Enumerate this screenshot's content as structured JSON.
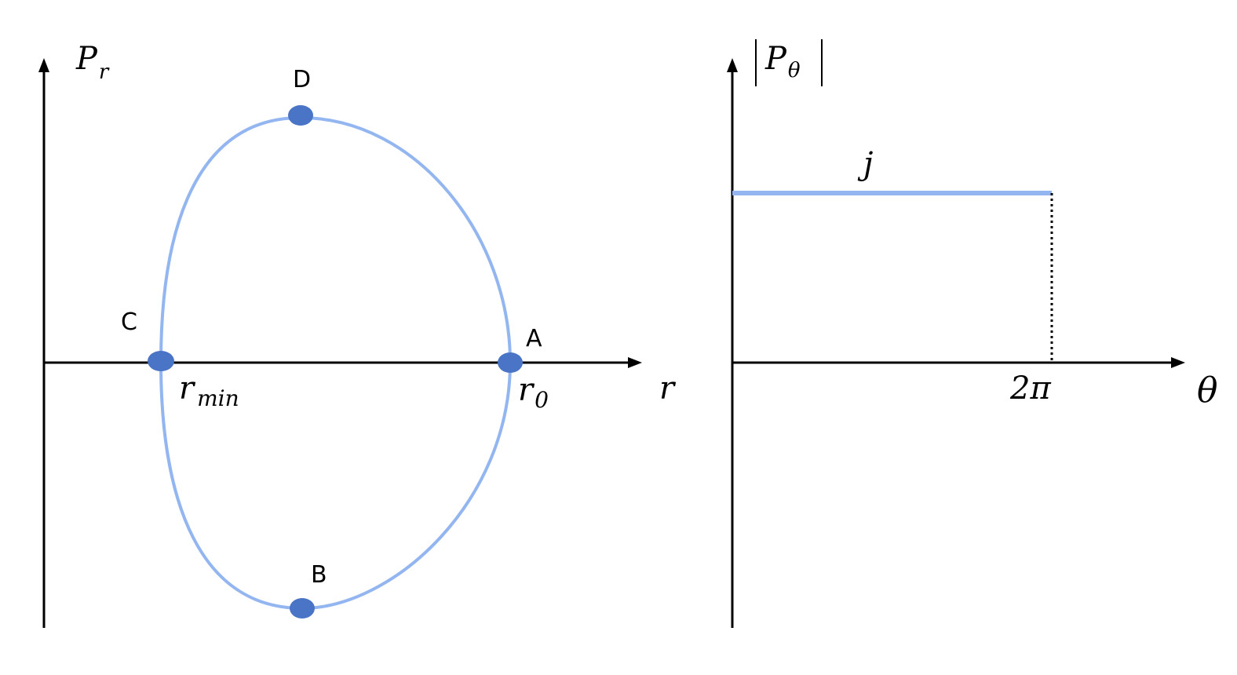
{
  "colors": {
    "axis": "#000000",
    "curve": "#93b6f0",
    "point": "#4a74c6",
    "level_line": "#93b6f0",
    "dotted": "#000000"
  },
  "left_panel": {
    "y_axis_label_main": "P",
    "y_axis_label_sub": "r",
    "x_axis_label": "r",
    "points": {
      "A": "A",
      "B": "B",
      "C": "C",
      "D": "D"
    },
    "r_min_main": "r",
    "r_min_sub": "min",
    "r0_main": "r",
    "r0_sub": "0"
  },
  "right_panel": {
    "y_axis_label_main": "P",
    "y_axis_label_sub": "θ",
    "x_axis_label": "θ",
    "level_label": "j",
    "period_label": "2π"
  }
}
